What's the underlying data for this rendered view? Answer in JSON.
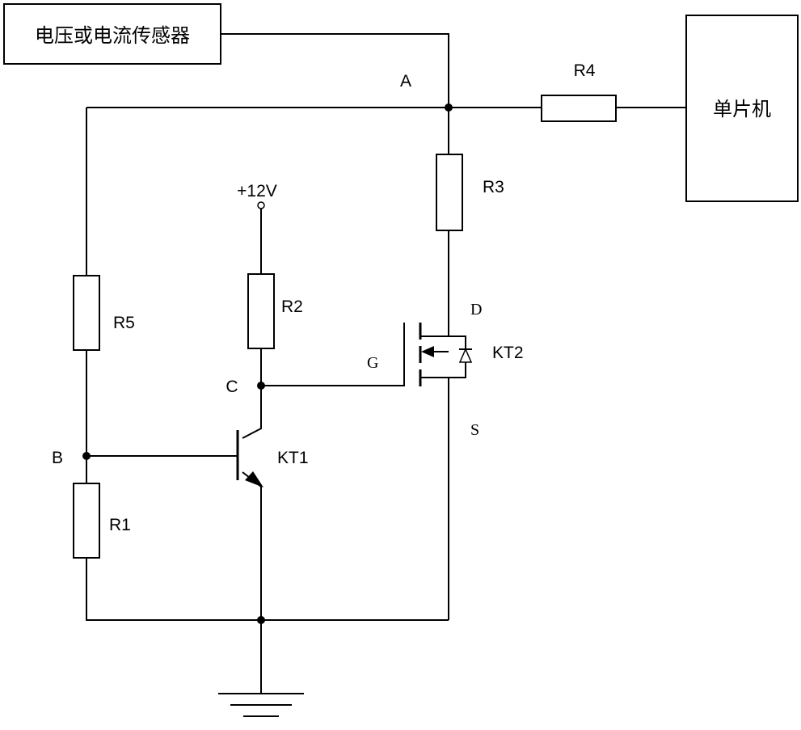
{
  "blocks": {
    "sensor": "电压或电流传感器",
    "mcu": "单片机"
  },
  "nodes": {
    "a": "A",
    "b": "B",
    "c": "C"
  },
  "supply": "+12V",
  "resistors": {
    "r1": "R1",
    "r2": "R2",
    "r3": "R3",
    "r4": "R4",
    "r5": "R5"
  },
  "transistors": {
    "kt1": "KT1",
    "kt2": "KT2"
  },
  "mosfet_pins": {
    "drain": "D",
    "gate": "G",
    "source": "S"
  }
}
